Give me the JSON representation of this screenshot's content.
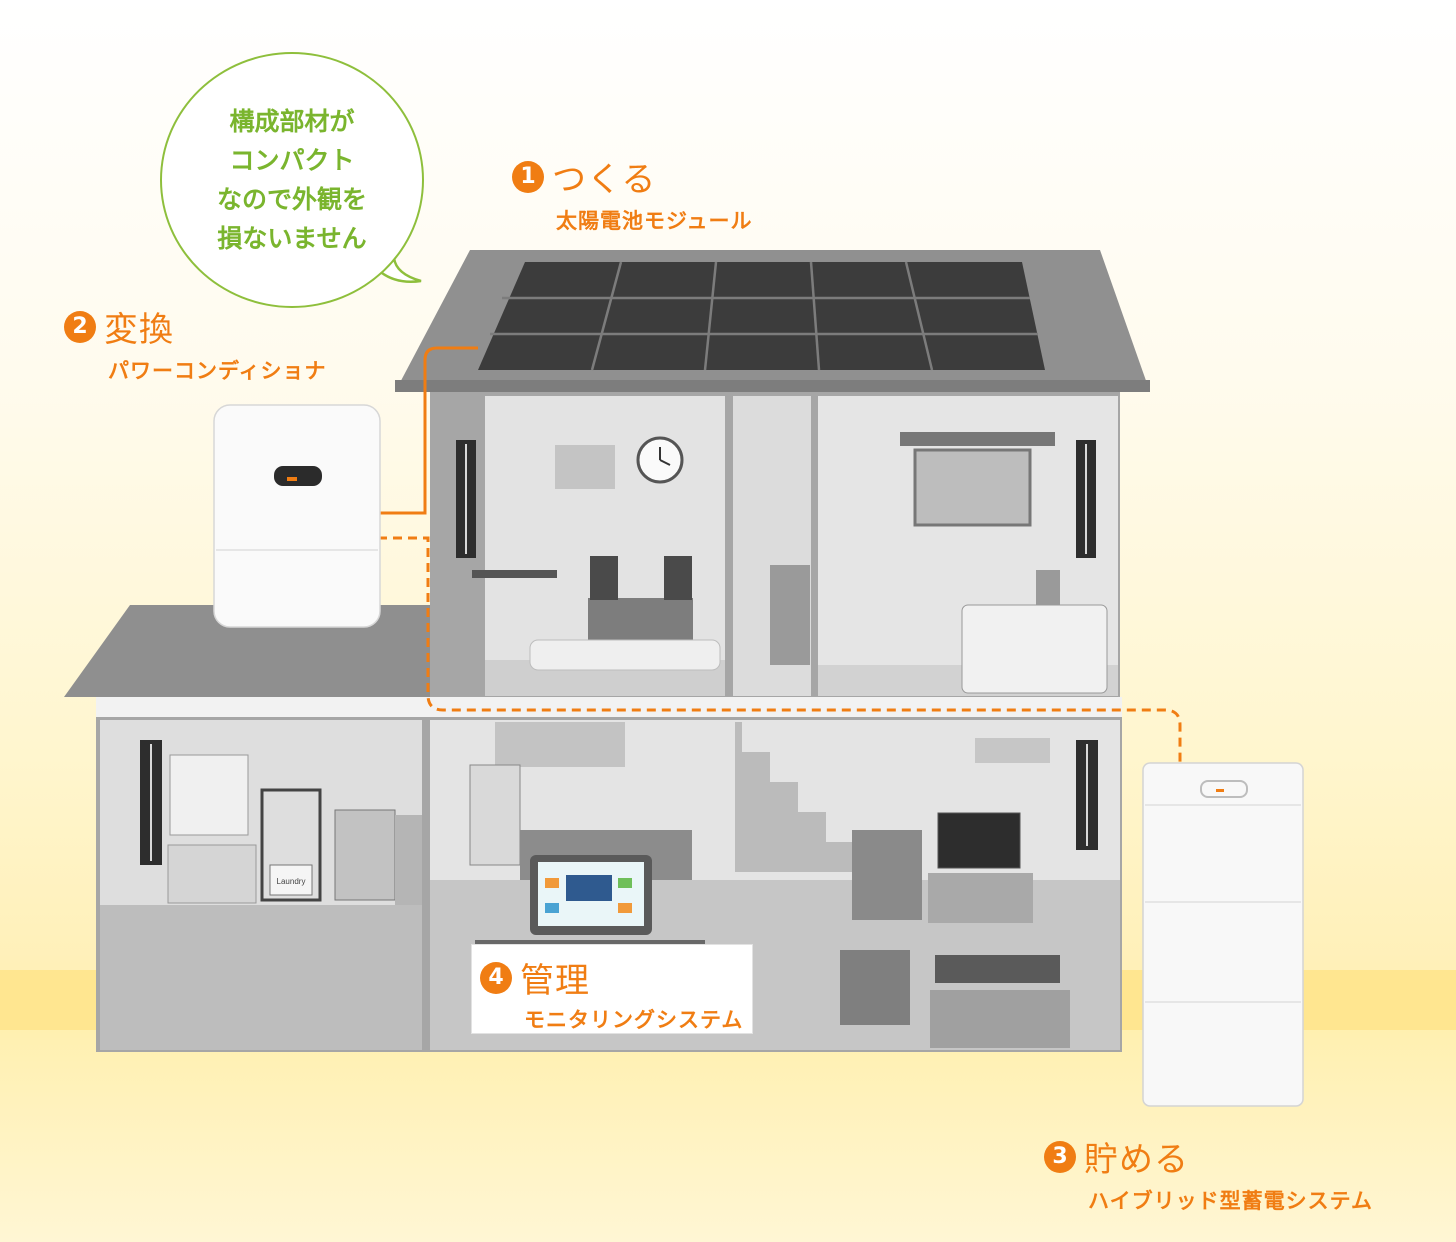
{
  "callout": {
    "lines": [
      "構成部材が",
      "コンパクト",
      "なので外観を",
      "損ないません"
    ]
  },
  "components": [
    {
      "number": "1",
      "title": "つくる",
      "subtitle": "太陽電池モジュール"
    },
    {
      "number": "2",
      "title": "変換",
      "subtitle": "パワーコンディショナ"
    },
    {
      "number": "3",
      "title": "貯める",
      "subtitle": "ハイブリッド型蓄電システム"
    },
    {
      "number": "4",
      "title": "管理",
      "subtitle": "モニタリングシステム"
    }
  ],
  "laundry_sign": "Laundry",
  "colors": {
    "accent": "#f07d13",
    "callout_green": "#8ebf3c",
    "house_gray": "#8c8c8c",
    "panel_dark": "#3a3a3a"
  }
}
